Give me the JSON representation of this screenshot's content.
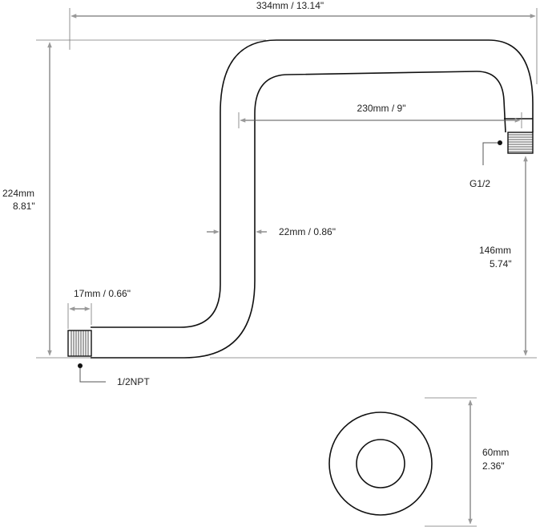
{
  "dimensions": {
    "overall_width": "334mm / 13.14\"",
    "height_mm": "224mm",
    "height_in": "8.81\"",
    "span": "230mm / 9\"",
    "pipe_diameter": "22mm / 0.86\"",
    "outlet_height_mm": "146mm",
    "outlet_height_in": "5.74\"",
    "inlet_thread_length": "17mm / 0.66\"",
    "flange_diameter_mm": "60mm",
    "flange_diameter_in": "2.36\""
  },
  "threads": {
    "outlet": "G1/2",
    "inlet": "1/2NPT"
  },
  "colors": {
    "outline": "#111111",
    "dimension_line": "#555555",
    "arrow": "#999999"
  }
}
